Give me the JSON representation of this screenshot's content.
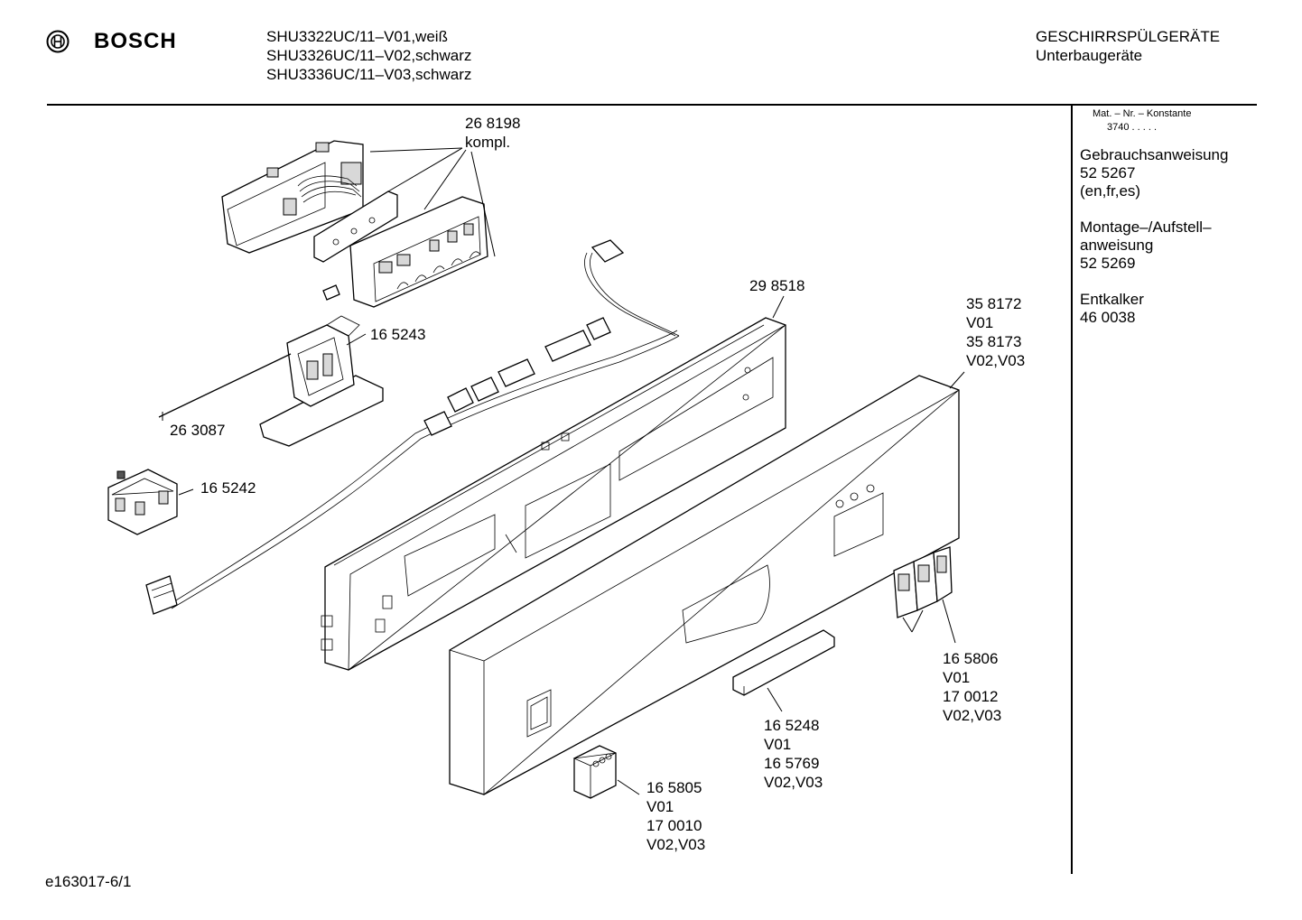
{
  "header": {
    "brand": "BOSCH",
    "models": [
      "SHU3322UC/11–V01,weiß",
      "SHU3326UC/11–V02,schwarz",
      "SHU3336UC/11–V03,schwarz"
    ],
    "category": "GESCHIRRSPÜLGERÄTE",
    "subcategory": "Unterbaugeräte"
  },
  "sidebar": {
    "mat_label": "Mat. – Nr. – Konstante",
    "mat_value": "3740  .  .  .  .  .",
    "docs": [
      {
        "title": "Gebrauchsanweisung",
        "number": "52 5267",
        "note": "(en,fr,es)"
      },
      {
        "title": "Montage–/Aufstell–",
        "title2": "anweisung",
        "number": "52 5269"
      },
      {
        "title": "Entkalker",
        "number": "46 0038"
      }
    ]
  },
  "parts": {
    "p268198": {
      "line1": "26 8198",
      "line2": "kompl."
    },
    "p165243": "16 5243",
    "p263087": "26 3087",
    "p165242": "16 5242",
    "p298518": "29 8518",
    "p358172": {
      "l1": "35 8172",
      "l2": "V01",
      "l3": "35 8173",
      "l4": "V02,V03"
    },
    "p165806": {
      "l1": "16 5806",
      "l2": "V01",
      "l3": "17 0012",
      "l4": "V02,V03"
    },
    "p165248": {
      "l1": "16 5248",
      "l2": "V01",
      "l3": "16 5769",
      "l4": "V02,V03"
    },
    "p165805": {
      "l1": "16 5805",
      "l2": "V01",
      "l3": "17 0010",
      "l4": "V02,V03"
    }
  },
  "footer": {
    "drawing_id": "e163017-6/1"
  }
}
